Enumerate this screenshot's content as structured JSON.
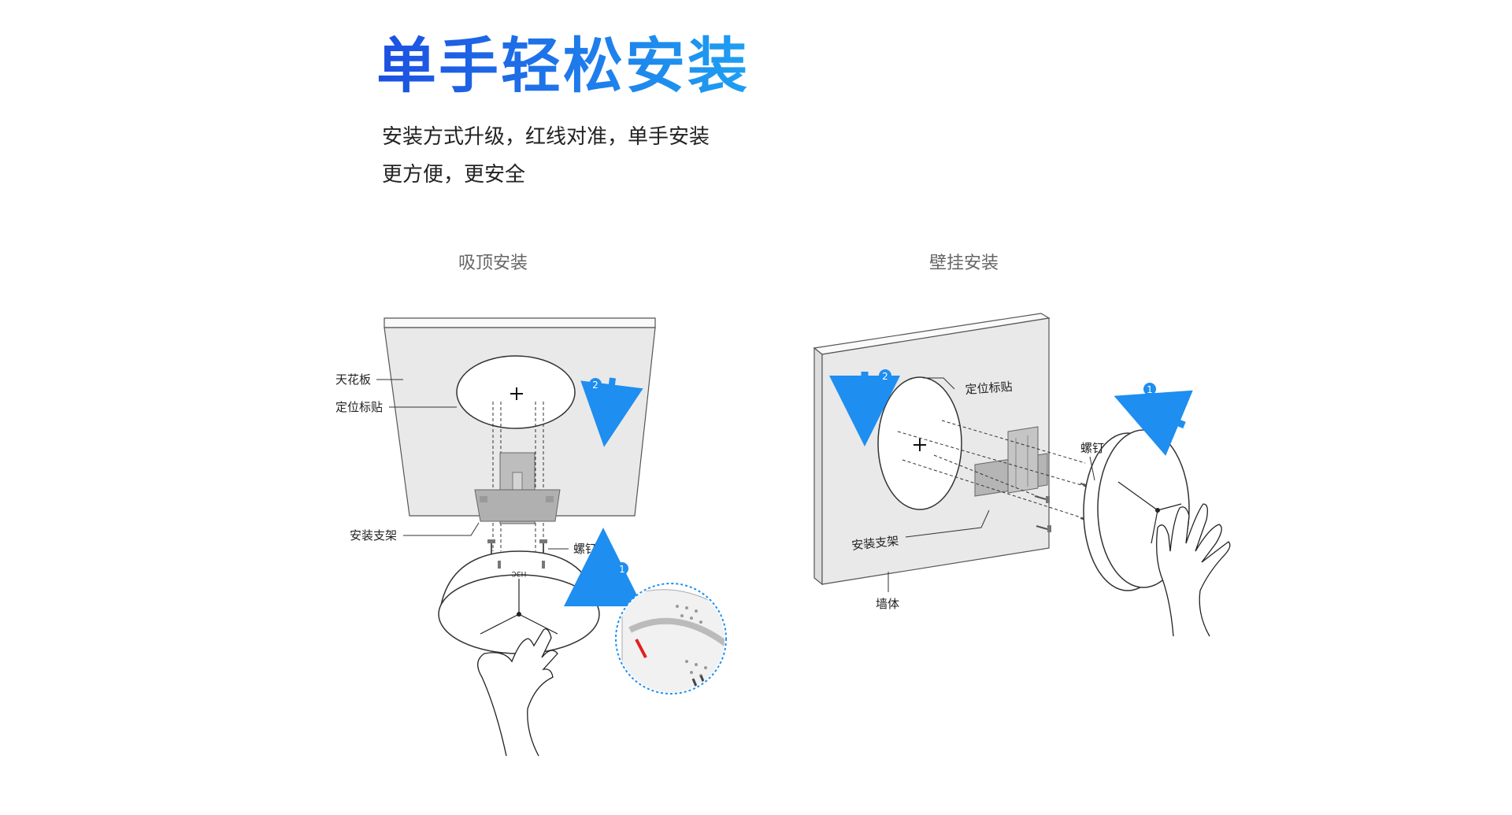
{
  "header": {
    "title": "单手轻松安装",
    "subtitle_line1": "安装方式升级，红线对准，单手安装",
    "subtitle_line2": "更方便，更安全"
  },
  "ceiling": {
    "title": "吸顶安装",
    "labels": {
      "ceiling": "天花板",
      "marker": "定位标贴",
      "bracket": "安装支架",
      "screw": "螺钉"
    },
    "step1": "1",
    "step2": "2",
    "device_logo": "H3C"
  },
  "wall": {
    "title": "壁挂安装",
    "labels": {
      "marker": "定位标贴",
      "screw": "螺钉",
      "bracket": "安装支架",
      "wall": "墙体"
    },
    "step1": "1",
    "step2": "2"
  },
  "colors": {
    "title_start": "#1d4fe0",
    "title_end": "#1ea0f2",
    "arrow": "#1e8ef0",
    "red_line": "#e02020"
  }
}
